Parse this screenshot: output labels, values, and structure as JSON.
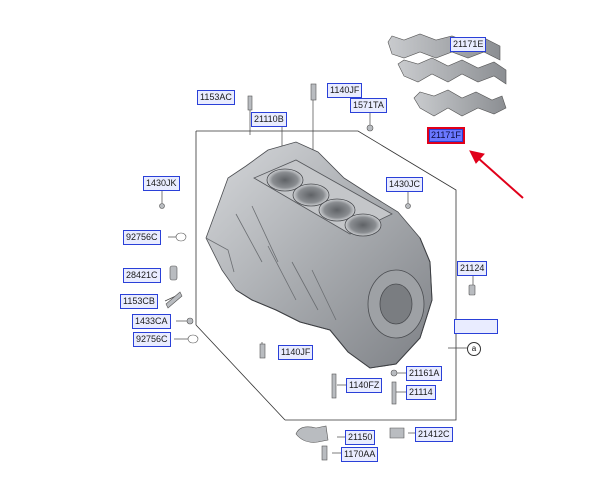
{
  "diagram": {
    "labels": {
      "l21171E": "21171E",
      "l21171F": "21171F",
      "l1153AC": "1153AC",
      "l1140JF_top": "1140JF",
      "l1571TA": "1571TA",
      "l21110B": "21110B",
      "l1430JK": "1430JK",
      "l1430JC": "1430JC",
      "l92756C_1": "92756C",
      "l21124": "21124",
      "l28421C": "28421C",
      "l1153CB": "1153CB",
      "l1433CA": "1433CA",
      "l92756C_2": "92756C",
      "l1140JF_bottom": "1140JF",
      "l21161A": "21161A",
      "l1140FZ": "1140FZ",
      "l21114": "21114",
      "l21150": "21150",
      "l21412C": "21412C",
      "l1170AA": "1170AA",
      "empty_box": ""
    },
    "callout_a": "a",
    "colors": {
      "label_border": "#2a40d8",
      "label_fill": "#e9ecff",
      "selected_fill": "#6a78ff",
      "highlight_red": "#e0001a",
      "part_gray": "#b9bcc0"
    }
  }
}
